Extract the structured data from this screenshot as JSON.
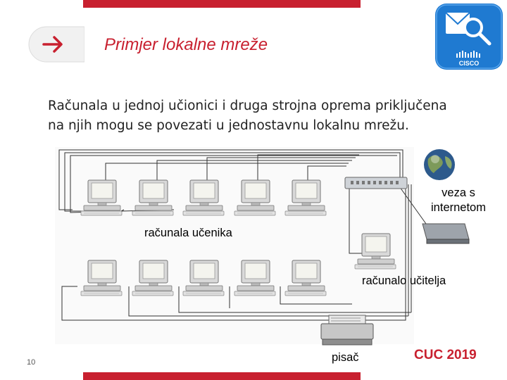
{
  "slide": {
    "title": "Primjer lokalne mreže",
    "intro": "Računala u jednoj učionici i druga strojna oprema priključena na njih mogu se povezati u jednostavnu lokalnu mrežu.",
    "page_number": "10",
    "footer_brand": "CUC 2019"
  },
  "logo": {
    "text": "CISCO"
  },
  "diagram": {
    "labels": {
      "internet": "veza s internetom",
      "students": "računala učenika",
      "teacher": "računalo učitelja",
      "printer": "pisač"
    },
    "student_computer_count": 10
  },
  "colors": {
    "accent": "#c8202f",
    "logo_blue": "#1f7ad1"
  }
}
